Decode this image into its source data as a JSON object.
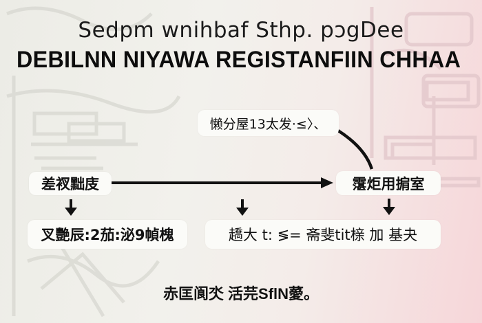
{
  "diagram": {
    "subtitle": "Sedpm wnihbaf Sthp. pɔgDee",
    "title": "DEBILNN NIYAWA REGISTANFIIN CHHAA",
    "nodes": {
      "top": "懒分屋13太发·≤〉、",
      "left": "差衩黜庋",
      "right": "霮炬用掮室",
      "bottom_left": "叉艷辰:2茄:泌9幀槐",
      "bottom_right": "趫大 t:  ≶=  斋斐tit榇 加 基夬"
    },
    "footer": "赤匡阆氼 活芫SflN薆。",
    "edges": [
      {
        "from": "left",
        "to": "right",
        "type": "horizontal-arrow"
      },
      {
        "from": "top",
        "to": "right",
        "type": "curved-connector"
      },
      {
        "from": "left",
        "to": "bottom_left",
        "type": "down-arrow"
      },
      {
        "from": "middle",
        "to": "bottom_right",
        "type": "down-arrow"
      },
      {
        "from": "right",
        "to": "bottom_right",
        "type": "down-arrow"
      }
    ],
    "colors": {
      "arrow": "#111111",
      "node_bg": "#fbfbf8",
      "bg_left": "#ececE6",
      "bg_right": "#f6d6d9"
    }
  }
}
